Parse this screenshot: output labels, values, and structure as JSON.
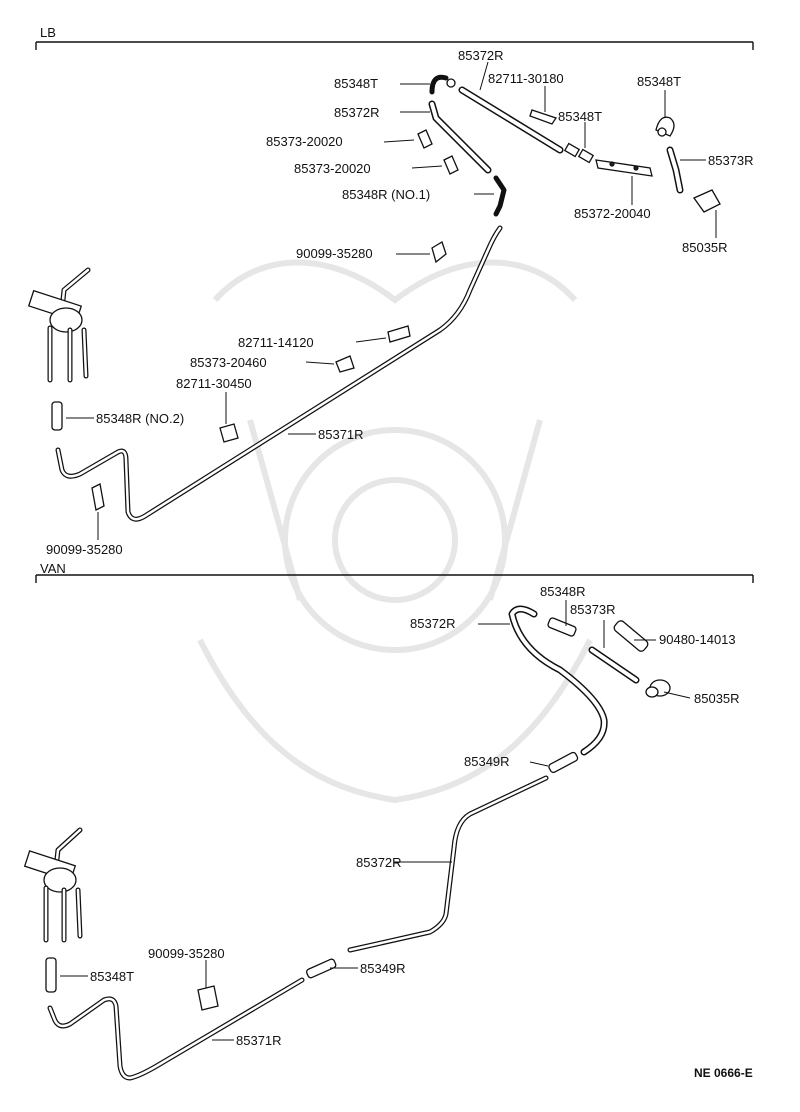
{
  "sections": [
    {
      "title": "LB",
      "labels": [
        "85372R",
        "85348T",
        "82711-30180",
        "85348T",
        "85372R",
        "85348T",
        "85373-20020",
        "85373-20020",
        "85373R",
        "85348R (NO.1)",
        "85372-20040",
        "85035R",
        "90099-35280",
        "82711-14120",
        "85373-20460",
        "82711-30450",
        "85348R (NO.2)",
        "85371R",
        "90099-35280"
      ]
    },
    {
      "title": "VAN",
      "labels": [
        "85348R",
        "85373R",
        "85372R",
        "90480-14013",
        "85035R",
        "85349R",
        "85372R",
        "90099-35280",
        "85348T",
        "85349R",
        "85371R"
      ]
    }
  ],
  "code": "NE 0666-E"
}
